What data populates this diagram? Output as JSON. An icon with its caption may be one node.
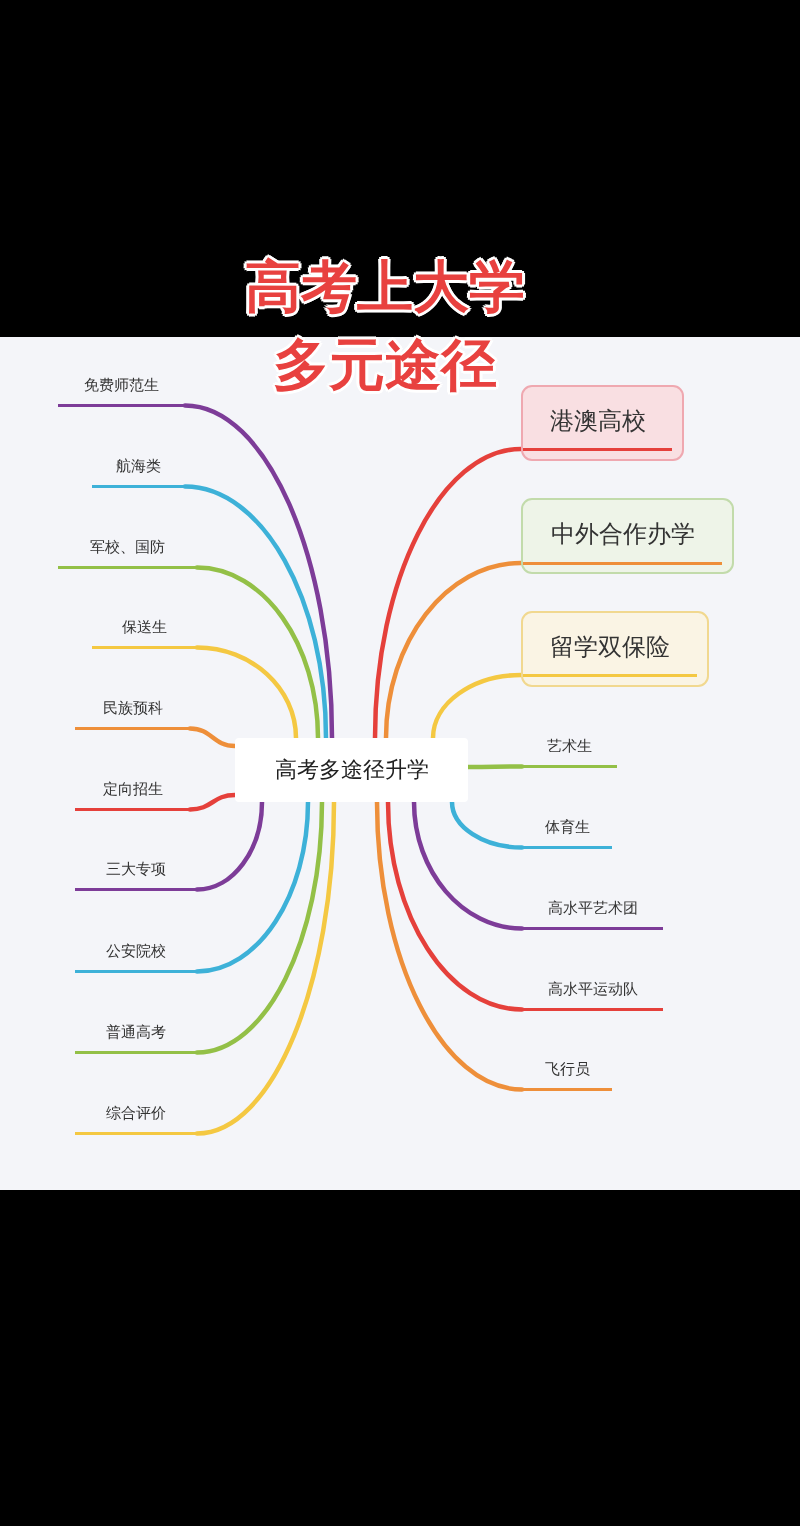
{
  "diagram": {
    "title": "高考上大学多元途径",
    "nodes": [
      {
        "text": [
          "高考多途径升学"
        ]
      },
      {
        "text": [
          "免费师范生"
        ]
      },
      {
        "text": [
          "航海类"
        ]
      },
      {
        "text": [
          "军校、国防"
        ]
      },
      {
        "text": [
          "保送生"
        ]
      },
      {
        "text": [
          "民族预科"
        ]
      },
      {
        "text": [
          "定向招生"
        ]
      },
      {
        "text": [
          "三大专项"
        ]
      },
      {
        "text": [
          "公安院校"
        ]
      },
      {
        "text": [
          "普通高考"
        ]
      },
      {
        "text": [
          "综合评价"
        ]
      },
      {
        "text": [
          "港澳高校"
        ]
      },
      {
        "text": [
          "中外合作办学"
        ]
      },
      {
        "text": [
          "留学双保险"
        ]
      },
      {
        "text": [
          "艺术生"
        ]
      },
      {
        "text": [
          "体育生"
        ]
      },
      {
        "text": [
          "高水平艺术团"
        ]
      },
      {
        "text": [
          "高水平运动队"
        ]
      },
      {
        "text": [
          "飞行员"
        ]
      }
    ],
    "edges": [
      {
        "from": 0,
        "to": 1,
        "arrow": "none",
        "color": "#7d3c98"
      },
      {
        "from": 0,
        "to": 2,
        "arrow": "none",
        "color": "#3db1d8"
      },
      {
        "from": 0,
        "to": 3,
        "arrow": "none",
        "color": "#93c047"
      },
      {
        "from": 0,
        "to": 4,
        "arrow": "none",
        "color": "#f4c842"
      },
      {
        "from": 0,
        "to": 5,
        "arrow": "none",
        "color": "#ee8f3a"
      },
      {
        "from": 0,
        "to": 6,
        "arrow": "none",
        "color": "#e5403b"
      },
      {
        "from": 0,
        "to": 7,
        "arrow": "none",
        "color": "#7d3c98"
      },
      {
        "from": 0,
        "to": 8,
        "arrow": "none",
        "color": "#3db1d8"
      },
      {
        "from": 0,
        "to": 9,
        "arrow": "none",
        "color": "#93c047"
      },
      {
        "from": 0,
        "to": 10,
        "arrow": "none",
        "color": "#f4c842"
      },
      {
        "from": 0,
        "to": 11,
        "arrow": "none",
        "color": "#e5403b"
      },
      {
        "from": 0,
        "to": 12,
        "arrow": "none",
        "color": "#ee8f3a"
      },
      {
        "from": 0,
        "to": 13,
        "arrow": "none",
        "color": "#f4c842"
      },
      {
        "from": 0,
        "to": 14,
        "arrow": "none",
        "color": "#93c047"
      },
      {
        "from": 0,
        "to": 15,
        "arrow": "none",
        "color": "#3db1d8"
      },
      {
        "from": 0,
        "to": 16,
        "arrow": "none",
        "color": "#7d3c98"
      },
      {
        "from": 0,
        "to": 17,
        "arrow": "none",
        "color": "#e5403b"
      },
      {
        "from": 0,
        "to": 18,
        "arrow": "none",
        "color": "#ee8f3a"
      }
    ]
  }
}
